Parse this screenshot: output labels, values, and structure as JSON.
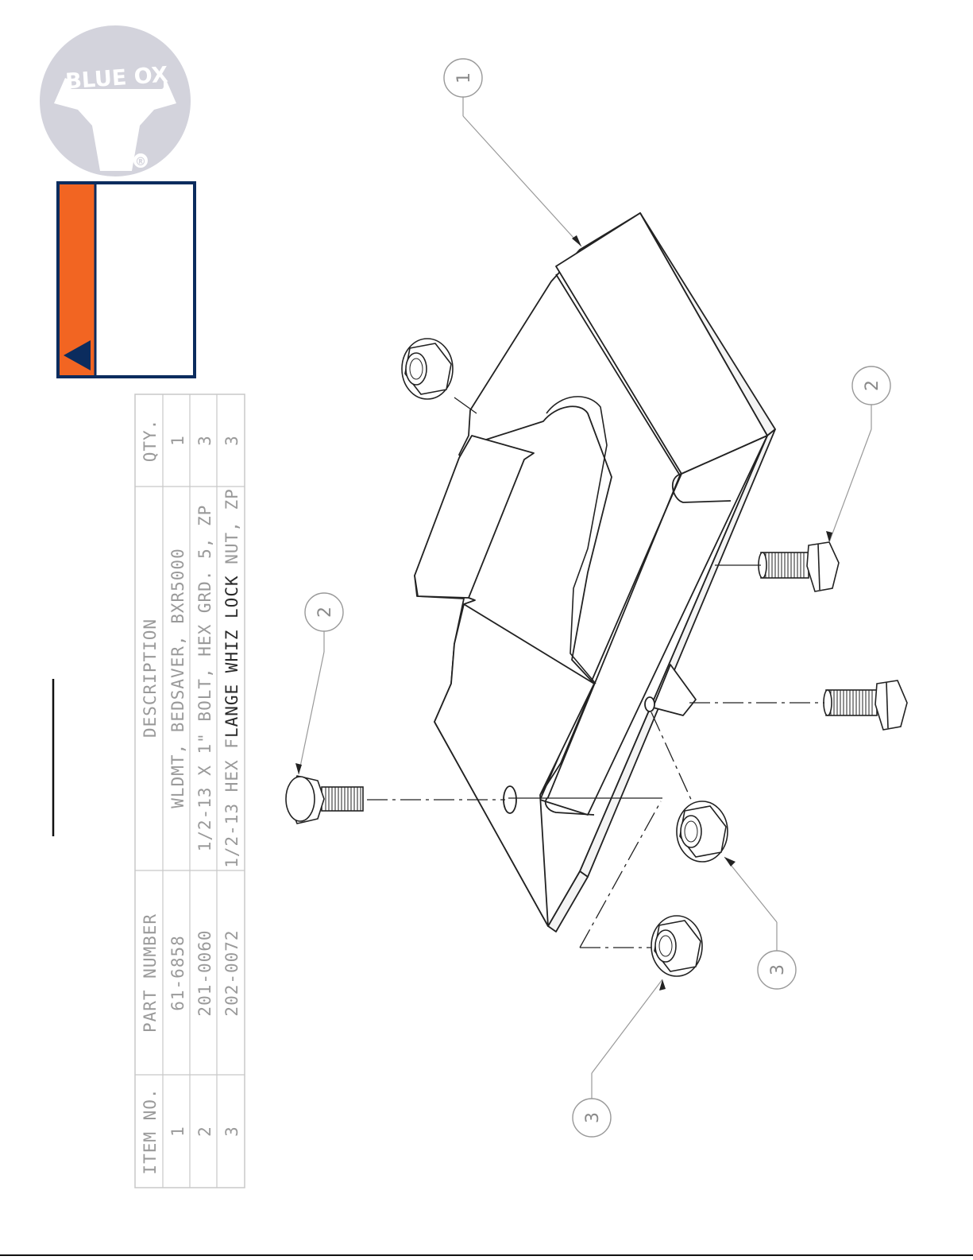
{
  "brand": {
    "logo_text": "BLUE OX",
    "registered_mark": "®",
    "logo_color": "#d3d3dc",
    "accent_orange": "#f26522",
    "accent_navy": "#0b2c5e"
  },
  "bom": {
    "headers": {
      "item_no": "ITEM NO.",
      "part_number": "PART NUMBER",
      "description": "DESCRIPTION",
      "qty": "QTY."
    },
    "rows": [
      {
        "item": "1",
        "part": "61-6858",
        "desc": "WLDMT, BEDSAVER, BXR5000",
        "qty": "1"
      },
      {
        "item": "2",
        "part": "201-0060",
        "desc": "1/2-13 X 1\" BOLT, HEX GRD. 5, ZP",
        "qty": "3"
      },
      {
        "item": "3",
        "part": "202-0072",
        "desc_a": "1/2-13 HEX F",
        "desc_b": "LANGE WHIZ LOCK",
        "desc_c": " NUT, ZP",
        "qty": "3"
      }
    ]
  },
  "balloons": {
    "b1": "1",
    "b2_upper": "2",
    "b2_lower": "2",
    "b3_upper": "3",
    "b3_lower": "3"
  }
}
